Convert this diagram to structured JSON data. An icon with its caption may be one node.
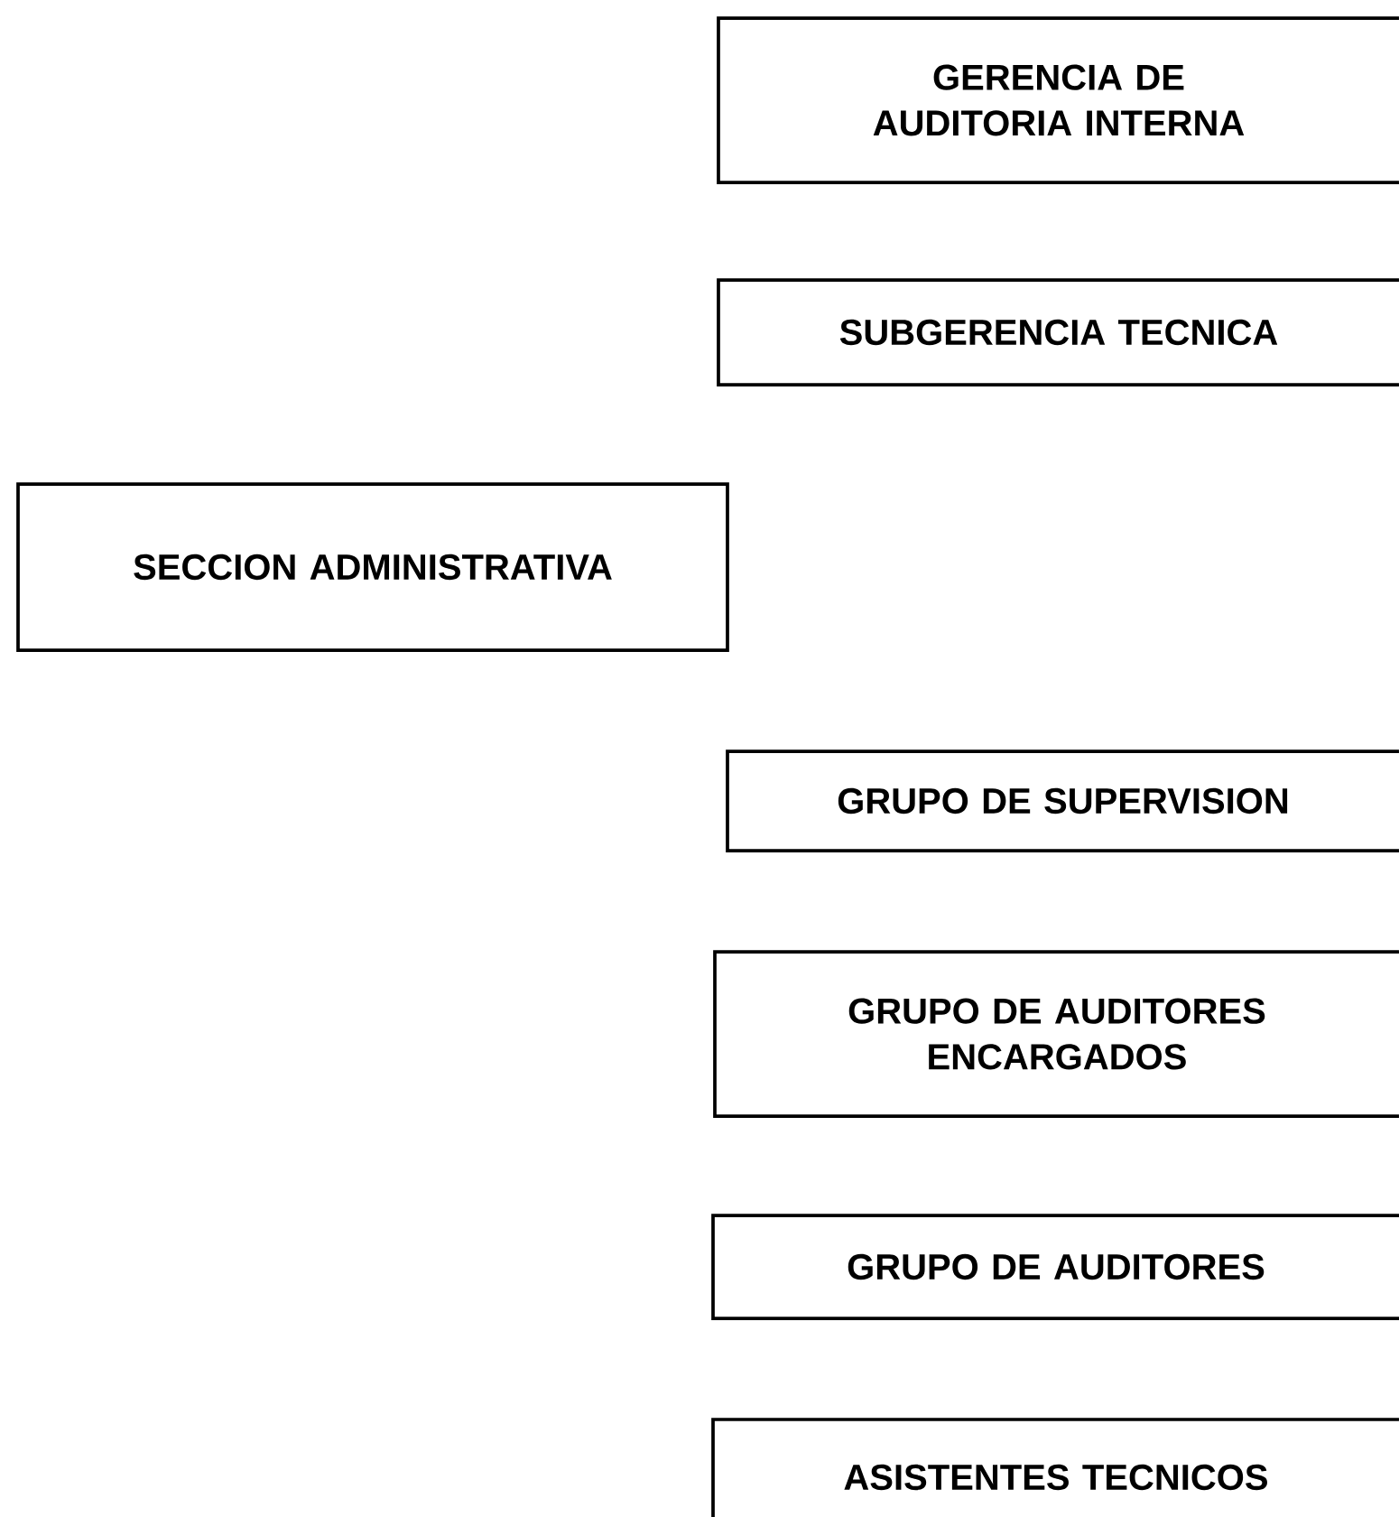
{
  "diagram": {
    "nodes": [
      {
        "text": [
          "GERENCIA DE AUDITORIA INTERNA"
        ]
      },
      {
        "text": [
          "SUBGERENCIA TECNICA"
        ]
      },
      {
        "text": [
          "SECCION ADMINISTRATIVA"
        ]
      },
      {
        "text": [
          "GRUPO DE SUPERVISION"
        ]
      },
      {
        "text": [
          "GRUPO DE AUDITORES ENCARGADOS"
        ]
      },
      {
        "text": [
          "GRUPO DE AUDITORES"
        ]
      },
      {
        "text": [
          "ASISTENTES TECNICOS"
        ]
      }
    ]
  }
}
